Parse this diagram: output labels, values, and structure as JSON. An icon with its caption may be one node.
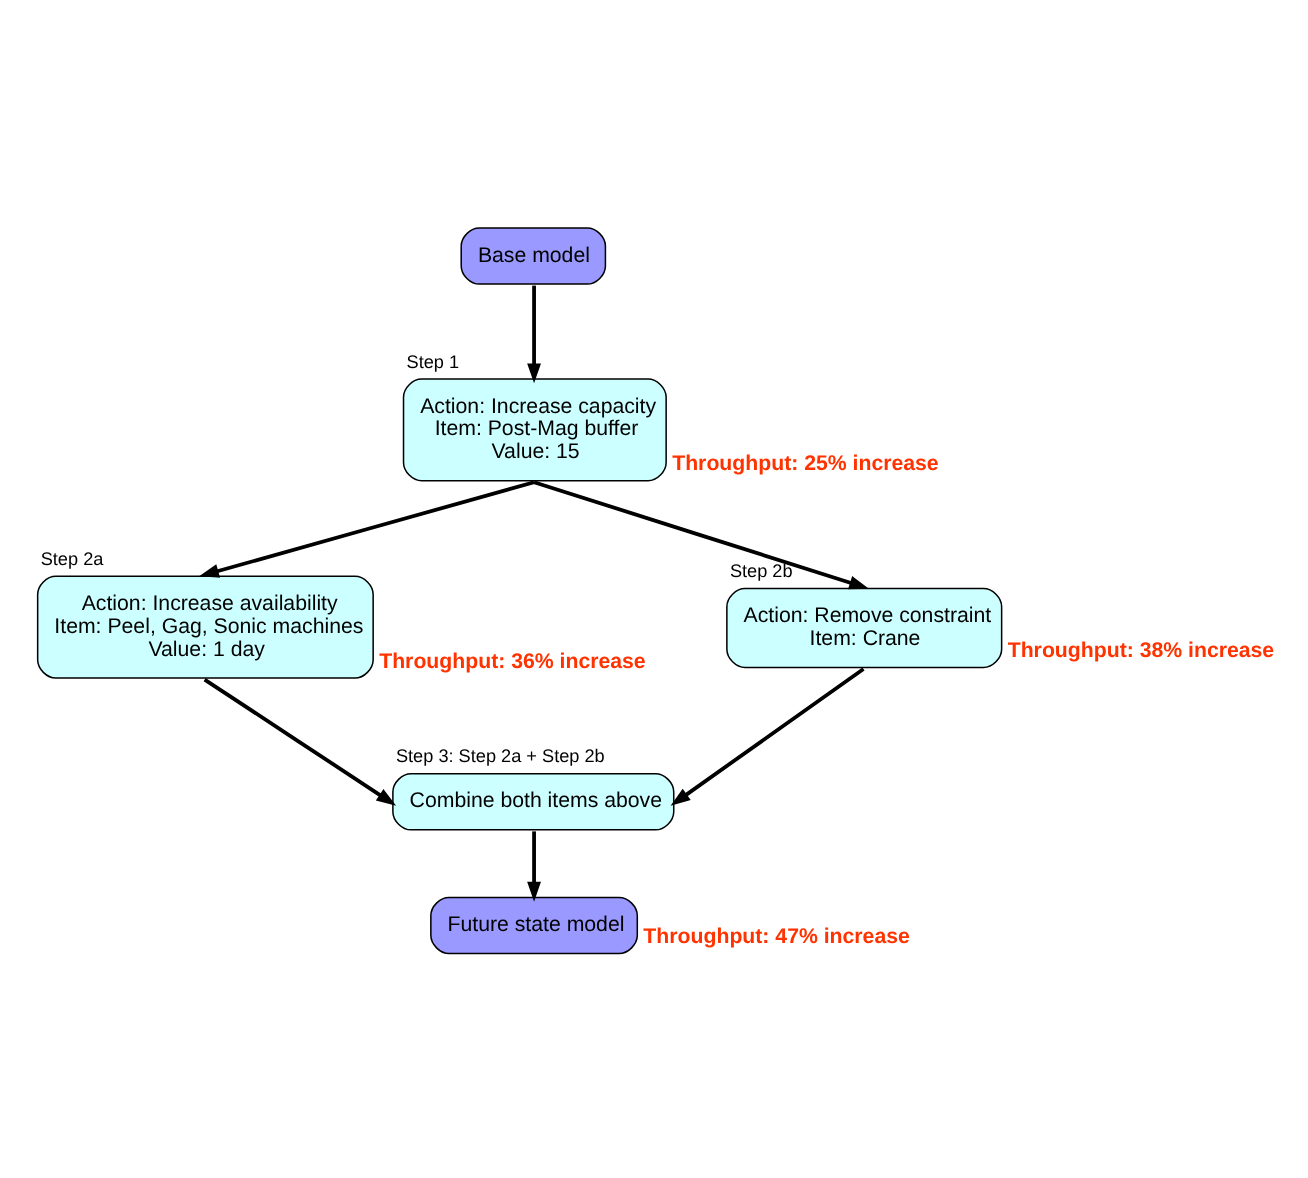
{
  "diagram": {
    "nodes": [
      {
        "text": [
          "Base model"
        ]
      },
      {
        "text": [
          "Step 1",
          "Action: Increase capacity Item: Post-Mag buffer Value: 15"
        ],
        "beside": [
          "Throughput: 25% increase"
        ]
      },
      {
        "text": [
          "Step 2a",
          "Action: Increase availability Item: Peel, Gag, Sonic machines Value: 1 day"
        ],
        "beside": [
          "Throughput: 36% increase"
        ]
      },
      {
        "text": [
          "Step 2b",
          "Action: Remove constraint Item: Crane"
        ],
        "beside": [
          "Throughput: 38% increase"
        ]
      },
      {
        "text": [
          "Step 3: Step 2a + Step 2b",
          "Combine both items above"
        ]
      },
      {
        "text": [
          "Future state model"
        ],
        "beside": [
          "Throughput: 47% increase"
        ]
      }
    ],
    "edges": [
      {
        "from": 0,
        "to": 1,
        "arrow": "to"
      },
      {
        "from": 1,
        "to": 2,
        "arrow": "to"
      },
      {
        "from": 1,
        "to": 3,
        "arrow": "to"
      },
      {
        "from": 2,
        "to": 4,
        "arrow": "to"
      },
      {
        "from": 3,
        "to": 4,
        "arrow": "to"
      },
      {
        "from": 4,
        "to": 5,
        "arrow": "to"
      }
    ]
  }
}
